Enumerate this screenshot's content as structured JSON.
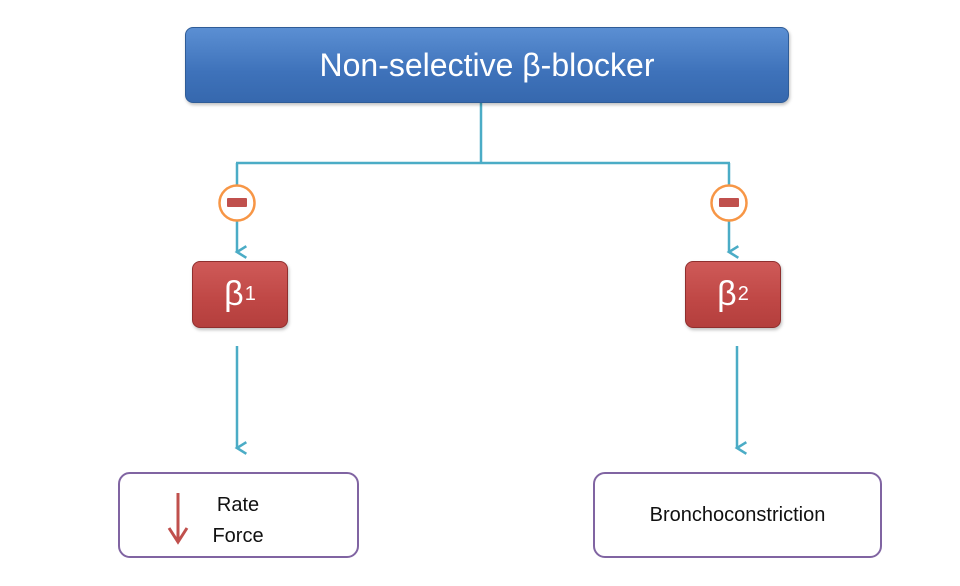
{
  "nodes": {
    "drug": "Non-selective β-blocker",
    "receptor_left": {
      "symbol": "β",
      "subscript": "1"
    },
    "receptor_right": {
      "symbol": "β",
      "subscript": "2"
    },
    "effect_left": {
      "line1": "Rate",
      "line2": "Force",
      "indicator": "down-arrow-icon"
    },
    "effect_right": "Bronchoconstriction"
  },
  "colors": {
    "drug_box": "#4f81bd",
    "receptor_box": "#c0504d",
    "connector": "#4bacc6",
    "inhibition_ring": "#f79646",
    "inhibition_bar": "#c0504d",
    "effect_border": "#8064a2"
  }
}
